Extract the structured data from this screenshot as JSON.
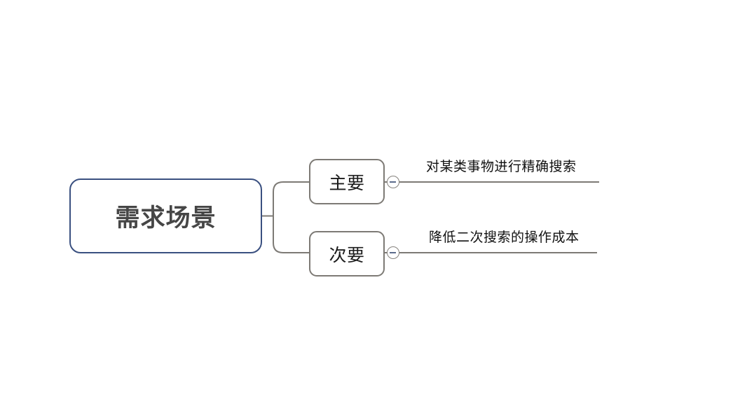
{
  "diagram": {
    "type": "mind-map",
    "background_color": "#ffffff",
    "root": {
      "label": "需求场景",
      "border_color": "#3a5080",
      "text_color": "#464646"
    },
    "branches": [
      {
        "label": "主要",
        "border_color": "#7d7a75",
        "text_color": "#1b1b1b",
        "toggle": {
          "icon": "minus-circle-icon",
          "state": "expanded"
        },
        "leaf": {
          "label": "对某类事物进行精确搜索",
          "underline_color": "#7d7a75"
        }
      },
      {
        "label": "次要",
        "border_color": "#7d7a75",
        "text_color": "#1b1b1b",
        "toggle": {
          "icon": "minus-circle-icon",
          "state": "expanded"
        },
        "leaf": {
          "label": "降低二次搜索的操作成本",
          "underline_color": "#7d7a75"
        }
      }
    ],
    "connector_color": "#7d7a75"
  }
}
